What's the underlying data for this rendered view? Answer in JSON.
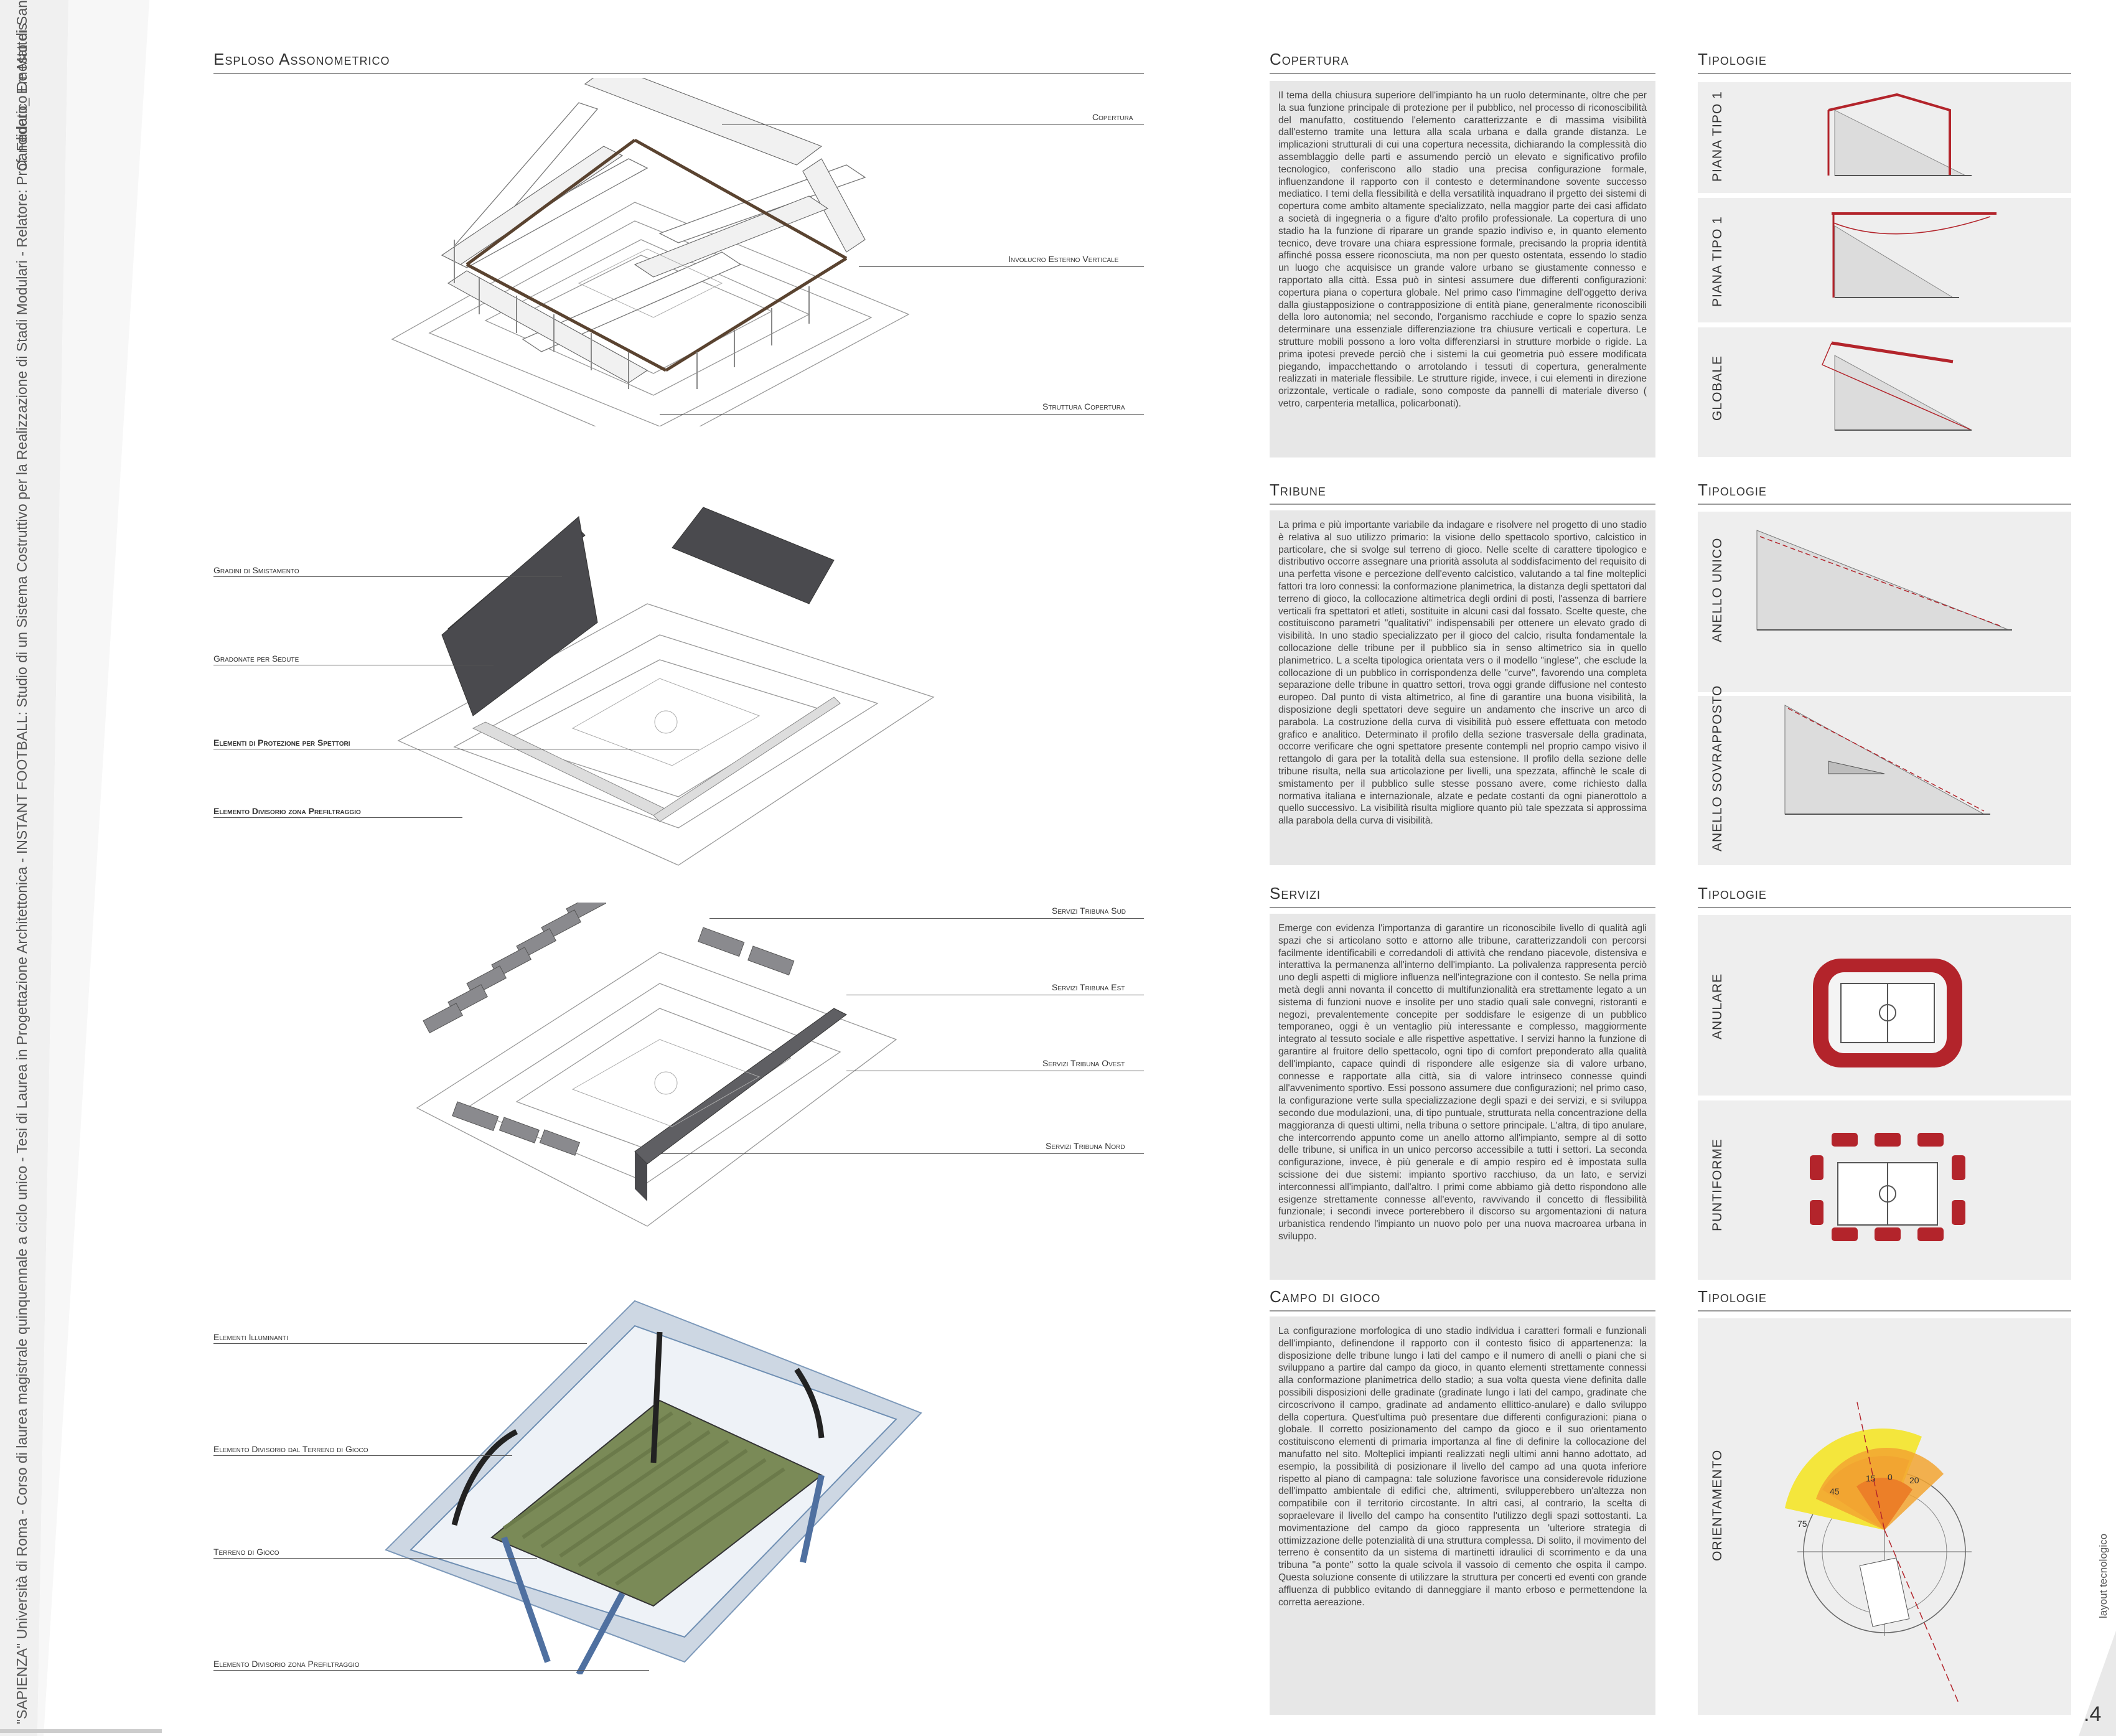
{
  "side": {
    "thesis_line": "\"SAPIENZA\" Università di Roma - Corso di laurea magistrale quinquennale a ciclo unico - Tesi di Laurea in Progettazione Architettonica - INSTANT FOOTBALL: Studio di un Sistema Costruttivo per la Realizzazione di Stadi Modulari - Relatore: Prof.  Federico De Matteis",
    "candidate": "Candidato_ Ernesto di Santo",
    "layout_label": "layout tecnologico",
    "page_number": ".4"
  },
  "left": {
    "title": "Esploso Assonometrico",
    "callouts_block1": [
      "Copertura",
      "Involucro Esterno Verticale",
      "Struttura Copertura"
    ],
    "callouts_block2": [
      "Gradini di Smistamento",
      "Gradonate per Sedute",
      "Elementi di Protezione per Spettori",
      "Elemento Divisorio zona Prefiltraggio"
    ],
    "callouts_block3": [
      "Servizi Tribuna Sud",
      "Servizi Tribuna Est",
      "Servizi Tribuna Ovest",
      "Servizi Tribuna Nord"
    ],
    "callouts_block4": [
      "Elementi Illuminanti",
      "Elemento Divisorio dal Terreno di Gioco",
      "Terreno di Gioco",
      "Elemento Divisorio zona Prefiltraggio"
    ]
  },
  "sections": [
    {
      "title": "Copertura",
      "typ_title": "Tipologie",
      "typ_labels": [
        "PIANA TIPO 1",
        "PIANA TIPO 1",
        "GLOBALE"
      ],
      "text": "Il tema della chiusura superiore dell'impianto ha un ruolo determinante, oltre che per la sua funzione principale di protezione per il pubblico, nel processo di riconoscibilità del manufatto, costituendo l'elemento caratterizzante e di massima visibilità dall'esterno tramite una lettura alla scala urbana e dalla grande distanza. Le implicazioni strutturali di cui una copertura necessita, dichiarando la complessità dio assemblaggio delle parti e assumendo perciò un elevato e significativo profilo tecnologico, conferiscono allo stadio una precisa configurazione formale, influenzandone il rapporto con il contesto e determinandone sovente successo mediatico. I temi della flessibilità e della versatilità inquadrano il prgetto dei sistemi di copertura come ambito altamente specializzato, nella maggior parte dei casi affidato a società di ingegneria o a figure d'alto profilo professionale. La copertura di uno stadio ha la funzione di riparare un grande spazio indiviso e, in quanto elemento tecnico, deve trovare una chiara espressione formale, precisando la propria identità affinché possa essere riconosciuta, ma non per questo ostentata, essendo lo stadio un luogo che acquisisce un grande valore urbano se giustamente connesso e rapportato alla città. Essa può in sintesi assumere due differenti configurazioni: copertura piana o copertura globale. Nel primo caso l'immagine dell'oggetto deriva dalla giustapposizione o contrapposizione di entità piane, generalmente riconoscibili della loro autonomia; nel secondo, l'organismo racchiude e copre lo spazio senza determinare una essenziale differenziazione tra chiusure verticali e copertura. Le strutture mobili possono a loro volta differenziarsi in strutture morbide o rigide. La prima ipotesi prevede perciò che i sistemi la cui geometria può essere modificata piegando, impacchettando o arrotolando i tessuti di copertura, generalmente realizzati in materiale flessibile. Le strutture rigide, invece, i cui elementi in direzione orizzontale, verticale o radiale, sono composte da pannelli di materiale diverso ( vetro, carpenteria metallica, policarbonati)."
    },
    {
      "title": "Tribune",
      "typ_title": "Tipologie",
      "typ_labels": [
        "ANELLO UNICO",
        "ANELLO SOVRAPPOSTO"
      ],
      "text": "La prima e più importante variabile da indagare e risolvere nel progetto di uno stadio è relativa al suo utilizzo primario: la visione dello spettacolo sportivo, calcistico in particolare, che si svolge sul terreno di gioco. Nelle scelte di carattere tipologico e distributivo occorre assegnare una priorità assoluta al soddisfacimento del requisito di una perfetta visone e percezione dell'evento calcistico, valutando a tal fine molteplici fattori tra loro connessi: la conformazione planimetrica, la distanza degli spettatori dal terreno di gioco, la collocazione altimetrica degli ordini di posti, l'assenza di barriere verticali fra spettatori et atleti, sostituite in alcuni casi dal fossato. Scelte queste, che costituiscono parametri \"qualitativi\" indispensabili per ottenere un elevato grado di visibilità. In uno stadio specializzato per il gioco del calcio, risulta fondamentale la collocazione delle tribune per il pubblico sia in senso altimetrico sia in quello planimetrico. L a scelta tipologica orientata vers o il modello \"inglese\", che esclude la collocazione di un pubblico in corrispondenza delle \"curve\", favorendo una completa separazione delle tribune in quattro settori, trova oggi grande diffusione nel contesto europeo. Dal punto di vista altimetrico, al fine di garantire una buona visibilità, la disposizione degli spettatori deve seguire un andamento che inscrive un arco di parabola. La costruzione della curva di visibilità può essere effettuata con metodo grafico e analitico. Determinato il profilo della sezione trasversale della gradinata, occorre verificare che ogni spettatore presente contempli nel proprio campo visivo il rettangolo di gara per la totalità della sua estensione. Il profilo della sezione delle tribune risulta, nella sua articolazione per livelli, una spezzata, affinchè le scale di smistamento per il pubblico sulle stesse possano avere, come richiesto dalla normativa italiana e internazionale, alzate e pedate costanti da ogni pianerottolo a quello successivo. La visibilità risulta migliore quanto più tale spezzata si approssima alla parabola della curva di visibilità."
    },
    {
      "title": "Servizi",
      "typ_title": "Tipologie",
      "typ_labels": [
        "ANULARE",
        "PUNTIFORME"
      ],
      "text": "Emerge con evidenza l'importanza di garantire un riconoscibile livello di qualità agli spazi che si articolano sotto e attorno alle tribune, caratterizzandoli con percorsi facilmente identificabili e corredandoli di attività che rendano piacevole, distensiva e interattiva la permanenza all'interno dell'impianto. La polivalenza rappresenta perciò uno degli aspetti di migliore influenza nell'integrazione con il contesto. Se nella prima metà degli anni novanta il concetto di multifunzionalità era strettamente legato a un sistema di funzioni nuove e insolite per uno stadio quali sale convegni, ristoranti e negozi, prevalentemente concepite per soddisfare le esigenze di un pubblico temporaneo, oggi è un ventaglio più interessante e complesso, maggiormente integrato al tessuto sociale e alle rispettive aspettative. I servizi hanno la funzione di garantire al fruitore dello spettacolo, ogni tipo di comfort preponderato alla qualità dell'impianto, capace quindi di rispondere alle esigenze sia di valore urbano, connesse e rapportate alla città, sia di valore intrinseco connesse quindi all'avvenimento sportivo. Essi possono assumere due configurazioni; nel primo caso, la configurazione verte sulla specializzazione degli spazi e dei servizi, e si sviluppa secondo due modulazioni, una, di tipo puntuale, strutturata nella concentrazione della maggioranza di questi ultimi, nella tribuna o settore principale. L'altra, di tipo anulare, che intercorrendo appunto come un anello attorno all'impianto, sempre al di sotto delle tribune, si unifica in un unico percorso accessibile a tutti i settori. La seconda configurazione, invece, è più generale e di ampio respiro ed è impostata sulla scissione dei due sistemi: impianto sportivo racchiuso, da un lato, e servizi interconnessi all'impianto, dall'altro. I primi come abbiamo già detto rispondono alle esigenze strettamente connesse all'evento, ravvivando il concetto di flessibilità funzionale; i secondi invece porterebbero il discorso su argomentazioni di natura urbanistica rendendo l'impianto un nuovo polo per una nuova macroarea urbana in sviluppo."
    },
    {
      "title": "Campo di gioco",
      "typ_title": "Tipologie",
      "typ_labels": [
        "ORIENTAMENTO"
      ],
      "text": "La configurazione morfologica di uno stadio individua i caratteri formali e funzionali dell'impianto, definendone il rapporto con il contesto fisico di appartenenza: la disposizione delle tribune lungo i lati del campo e il numero di anelli o piani che si sviluppano a partire dal campo da gioco, in quanto elementi strettamente connessi alla conformazione planimetrica dello stadio; a sua volta questa viene definita dalle possibili disposizioni delle gradinate (gradinate lungo i lati del campo, gradinate che circoscrivono il campo, gradinate ad andamento ellittico-anulare) e dallo sviluppo della copertura. Quest'ultima può presentare due differenti configurazioni: piana o globale. Il corretto posizionamento del campo da gioco e il suo orientamento costituiscono elementi di primaria importanza al fine di definire la collocazione del manufatto nel sito. Molteplici impianti realizzati negli ultimi anni hanno adottato, ad esempio, la possibilità di posizionare il livello del campo ad una quota inferiore rispetto al piano di campagna: tale soluzione favorisce una considerevole riduzione dell'impatto ambientale di edifici che, altrimenti, svilupperebbero un'altezza non compatibile con il territorio circostante. In altri casi, al contrario, la scelta di sopraelevare il livello del campo ha consentito l'utilizzo degli spazi sottostanti. La movimentazione del campo da gioco rappresenta un 'ulteriore strategia di ottimizzazione delle potenzialità di una struttura complessa. Di solito, il movimento del terreno è consentito da un sistema di martinetti idraulici di scorrimento e da una tribuna \"a ponte\" sotto la quale scivola il vassoio di cemento che ospita il campo. Questa soluzione consente di utilizzare la struttura per concerti ed eventi con grande affluenza di pubblico evitando di danneggiare il manto erboso e permettendone la corretta aereazione."
    }
  ],
  "orient_labels": [
    "75",
    "45",
    "15",
    "0",
    "20"
  ],
  "colors": {
    "accent_red": "#b3242b",
    "panel_bg": "#eeeeee",
    "text_bg": "#e7e7e7",
    "field_green": "#7a8a57",
    "frame_blue": "#6f8fb3",
    "sun_yellow": "#f4e63c",
    "sun_orange": "#f2a531"
  }
}
